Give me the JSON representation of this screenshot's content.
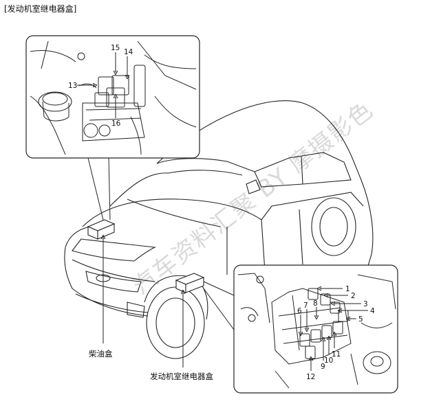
{
  "title": "[发动机室继电器盒]",
  "labels": {
    "diesel_box": "柴油盒",
    "engine_relay_box": "发动机室继电器盒"
  },
  "watermark": "汽车资料汇聚 BY 摩摄影色",
  "callouts_top": [
    "13",
    "14",
    "15",
    "16"
  ],
  "callouts_bottom": [
    "1",
    "2",
    "3",
    "4",
    "5",
    "6",
    "7",
    "8",
    "9",
    "10",
    "11",
    "12"
  ]
}
